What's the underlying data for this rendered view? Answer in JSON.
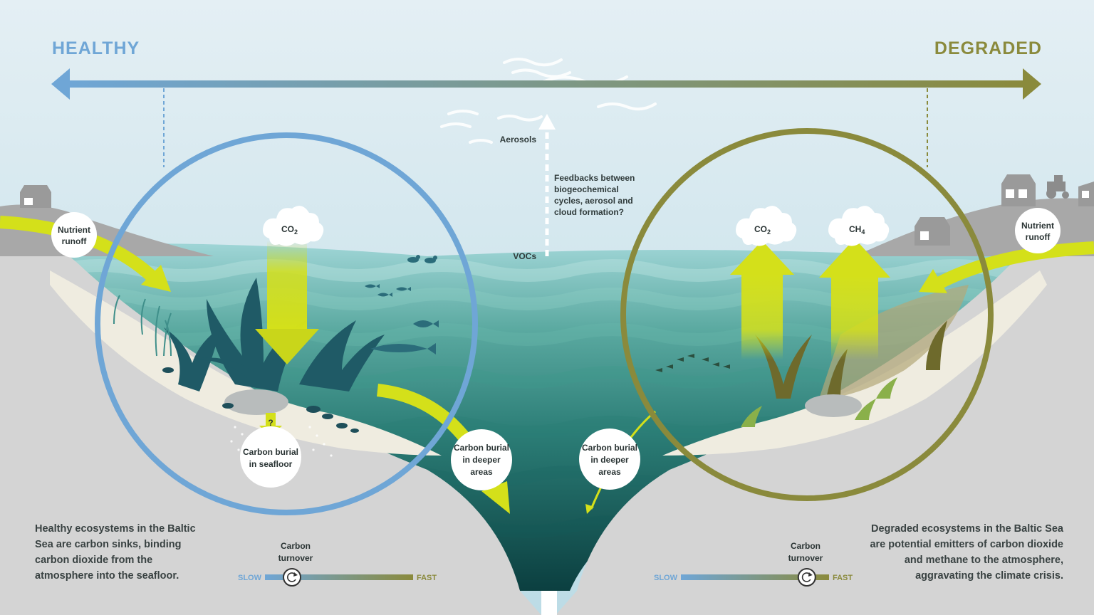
{
  "scale": {
    "left_label": "HEALTHY",
    "right_label": "DEGRADED",
    "left_color": "#6fa6d6",
    "right_color": "#8a8a3c"
  },
  "atmosphere": {
    "aerosols": "Aerosols",
    "feedbacks": [
      "Feedbacks between",
      "biogeochemical",
      "cycles, aerosol and",
      "cloud formation?"
    ],
    "vocs": "VOCs"
  },
  "healthy": {
    "nutrient_runoff": [
      "Nutrient",
      "runoff"
    ],
    "co2": "CO",
    "co2_sub": "2",
    "question_mark": "?",
    "burial_seafloor": [
      "Carbon burial",
      "in seafloor"
    ],
    "burial_deeper": [
      "Carbon burial",
      "in deeper",
      "areas"
    ],
    "description": [
      "Healthy ecosystems in the Baltic",
      "Sea are carbon sinks, binding",
      "carbon dioxide from the",
      "atmosphere into the seafloor."
    ]
  },
  "degraded": {
    "nutrient_runoff": [
      "Nutrient",
      "runoff"
    ],
    "co2": "CO",
    "co2_sub": "2",
    "ch4": "CH",
    "ch4_sub": "4",
    "burial_deeper": [
      "Carbon burial",
      "in deeper",
      "areas"
    ],
    "description": [
      "Degraded ecosystems in the Baltic Sea",
      "are potential emitters of carbon dioxide",
      "and methane to the atmosphere,",
      "aggravating the climate crisis."
    ]
  },
  "turnover": {
    "label": [
      "Carbon",
      "turnover"
    ],
    "slow": "SLOW",
    "fast": "FAST",
    "left_level": 0.0,
    "right_level": 0.85
  },
  "colors": {
    "arrow_yellow": "#d4e01a",
    "water_deep": "#0d4a4a",
    "water_surface": "#8ccfd4",
    "seabed_sand": "#efece0",
    "ground_grey": "#d3d3d3"
  }
}
